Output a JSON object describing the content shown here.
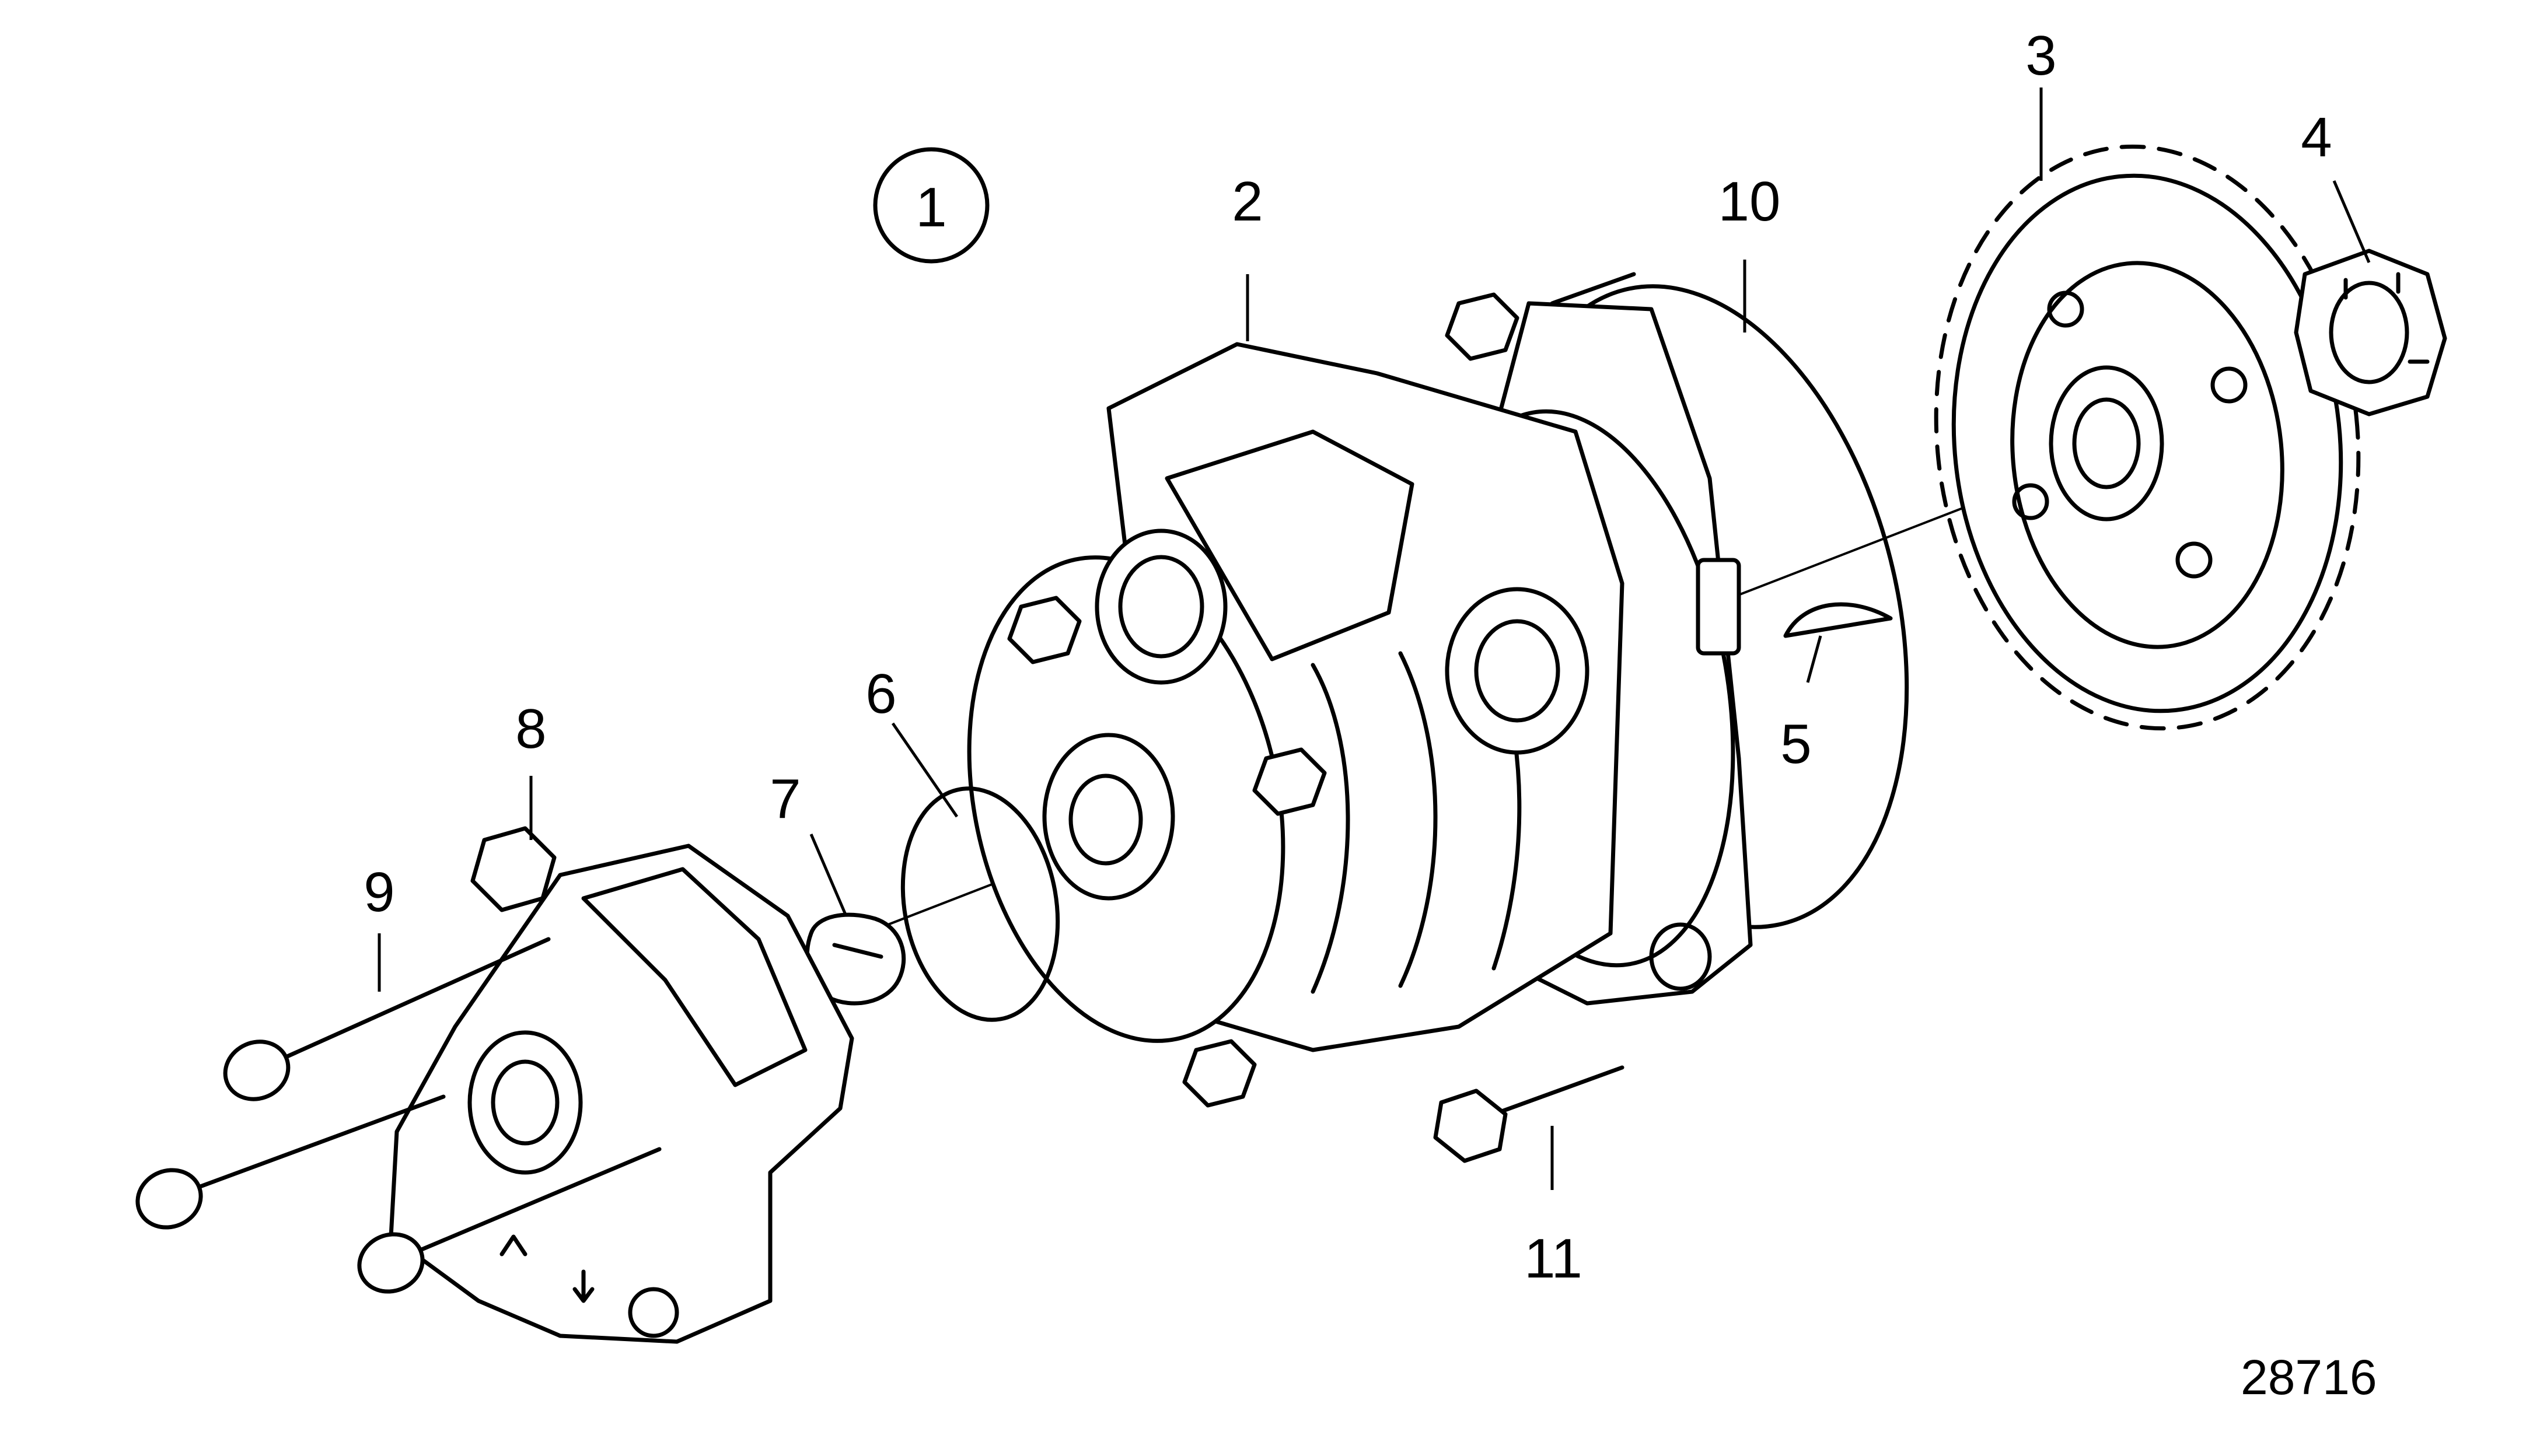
{
  "diagram": {
    "view_marker": "1",
    "reference_number": "28716",
    "callouts": [
      "2",
      "3",
      "4",
      "5",
      "6",
      "7",
      "8",
      "9",
      "10",
      "11"
    ]
  }
}
